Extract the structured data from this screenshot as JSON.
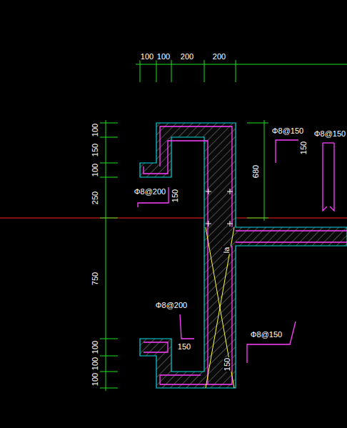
{
  "diagram": {
    "labels": [
      "100",
      "100",
      "200",
      "200",
      "100",
      "150",
      "100",
      "250",
      "750",
      "100",
      "100",
      "100",
      "680",
      "Φ8@150",
      "150",
      "Φ8@150",
      "Φ8@200",
      "150",
      "la",
      "Φ8@200",
      "150",
      "Φ8@150",
      "150"
    ]
  }
}
